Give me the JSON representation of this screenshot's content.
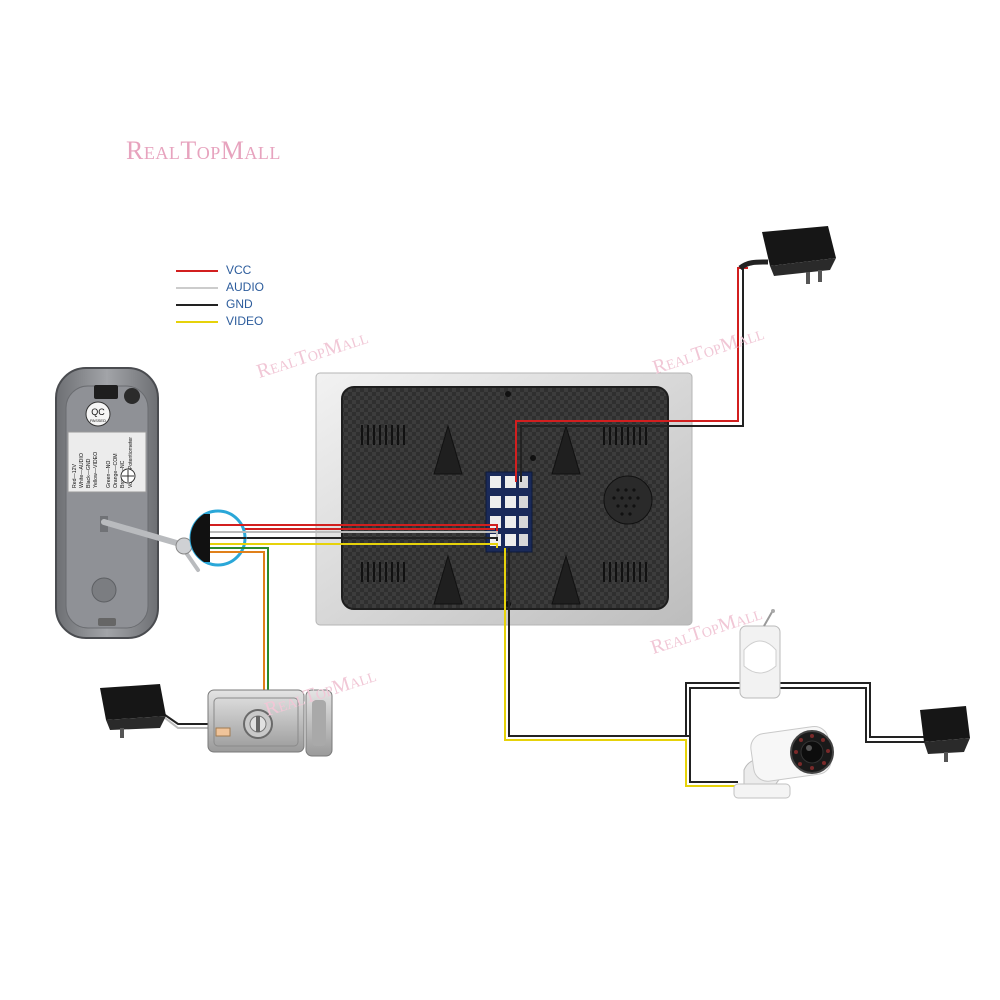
{
  "brand": {
    "name": "RealTopMall"
  },
  "watermarks": [
    "RealTopMall",
    "RealTopMall",
    "RealTopMall",
    "RealTopMall"
  ],
  "legend": [
    {
      "label": "VCC",
      "color": "#d21f1f"
    },
    {
      "label": "AUDIO",
      "color": "#cccccc"
    },
    {
      "label": "GND",
      "color": "#222222"
    },
    {
      "label": "VIDEO",
      "color": "#e6d20a"
    }
  ],
  "outdoor_unit": {
    "qc_badge": "QC",
    "qc_sub": "PASSED",
    "wiring_label_lines": [
      "Red—12V",
      "White—AUDIO",
      "Black—GND",
      "Yellow—VIDEO"
    ],
    "lock_label_lines": [
      "Green—NO",
      "Orange—COM",
      "Brown—NC"
    ],
    "volume_label": "Volume/Potentiometer"
  },
  "colors": {
    "monitor_frame": "#d9d9d9",
    "monitor_back": "#3a3a3a",
    "outdoor_body": "#8a8c90",
    "red_wire": "#d21f1f",
    "yellow_wire": "#e6d20a",
    "black_wire": "#222222",
    "white_wire": "#cccccc",
    "green_wire": "#2c8a2c",
    "orange_wire": "#e0801a",
    "highlight_ring": "#2aa7d8"
  }
}
